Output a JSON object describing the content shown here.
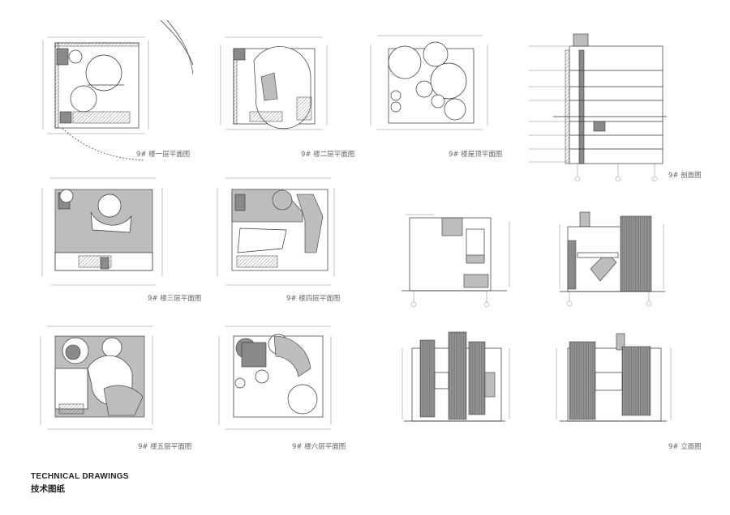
{
  "drawings": [
    {
      "id": "plan-f1",
      "caption": "9# 楼一层平面图"
    },
    {
      "id": "plan-f2",
      "caption": "9# 楼二层平面图"
    },
    {
      "id": "plan-roof",
      "caption": "9# 楼屋顶平面图"
    },
    {
      "id": "section",
      "caption": "9# 剖面图"
    },
    {
      "id": "plan-f3",
      "caption": "9# 楼三层平面图"
    },
    {
      "id": "plan-f4",
      "caption": "9# 楼四层平面图"
    },
    {
      "id": "plan-f5",
      "caption": "9# 楼五层平面图"
    },
    {
      "id": "plan-f6",
      "caption": "9# 楼六层平面图"
    },
    {
      "id": "elevations",
      "caption": "9# 立面图"
    }
  ],
  "footer": {
    "title_en": "TECHNICAL  DRAWINGS",
    "title_cn": "技术图纸"
  }
}
